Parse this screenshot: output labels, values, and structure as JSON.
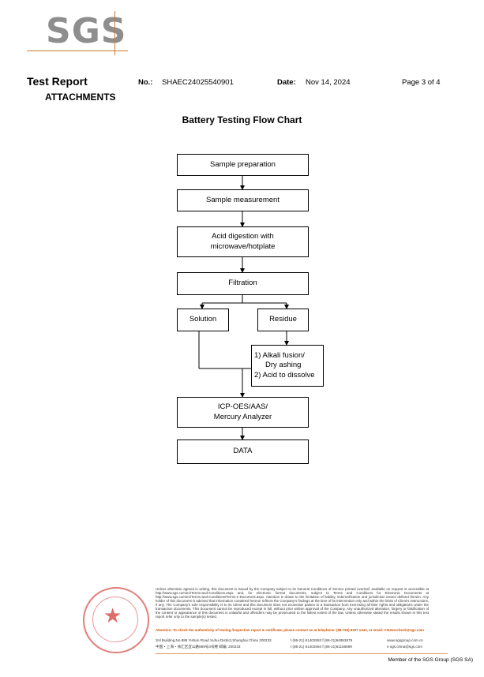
{
  "logo": {
    "text": "SGS"
  },
  "header": {
    "title": "Test Report",
    "subtitle": "ATTACHMENTS",
    "no_label": "No.:",
    "no_value": "SHAEC24025540901",
    "date_label": "Date:",
    "date_value": "Nov 14, 2024",
    "page": "Page 3 of 4"
  },
  "chart": {
    "title": "Battery Testing Flow Chart",
    "steps": {
      "sample_preparation": "Sample preparation",
      "sample_measurement": "Sample measurement",
      "acid_digestion_line1": "Acid digestion with",
      "acid_digestion_line2": "microwave/hotplate",
      "filtration": "Filtration",
      "solution": "Solution",
      "residue": "Residue",
      "residue_step_line1": "1) Alkali fusion/",
      "residue_step_line2": "Dry ashing",
      "residue_step_line3": "2) Acid to dissolve",
      "icp_line1": "ICP-OES/AAS/",
      "icp_line2": "Mercury Analyzer",
      "data": "DATA"
    }
  },
  "footer": {
    "disclaimer": "Unless otherwise agreed in writing, this document is issued by the Company subject to its General Conditions of Service printed overleaf, available on request or accessible at http://www.sgs.com/en/Terms-and-Conditions.aspx and, for electronic format documents, subject to Terms and Conditions for Electronic Documents at http://www.sgs.com/en/Terms-and-Conditions/Terms-e-Document.aspx. Attention is drawn to the limitation of liability, indemnification and jurisdiction issues defined therein. Any holder of this document is advised that information contained hereon reflects the Company's findings at the time of its intervention only and within the limits of Client's instructions, if any. The Company's sole responsibility is to its Client and this document does not exonerate parties to a transaction from exercising all their rights and obligations under the transaction documents. This document cannot be reproduced except in full, without prior written approval of the Company. Any unauthorized alteration, forgery or falsification of the content or appearance of this document is unlawful and offenders may be prosecuted to the fullest extent of the law. Unless otherwise stated the results shown in this test report refer only to the sample(s) tested.",
    "attention": "Attention: To check the authenticity of testing /inspection report & certificate, please contact us at telephone: (86-755) 8307 1443, or email: CN.Doccheck@sgs.com",
    "address_en": "3rd Building,No.889 Yishan Road Xuhui District,Shanghai China   200233",
    "address_cn": "中国・上海・徐汇区宜山路889号3号楼   邮编: 200233",
    "tel_en": "t (86-21) 61402553   f (86-21)64953679",
    "tel_cn": "t (86-21) 61402594   f (86-21)61156899",
    "web1": "www.sgsgroup.com.cn",
    "web2": "e sgs.china@sgs.com",
    "member": "Member of the SGS Group (SGS SA)"
  },
  "colors": {
    "logo_gray": "#8e8e8e",
    "accent_orange": "#c8793a",
    "stamp_red": "#d9534f"
  }
}
